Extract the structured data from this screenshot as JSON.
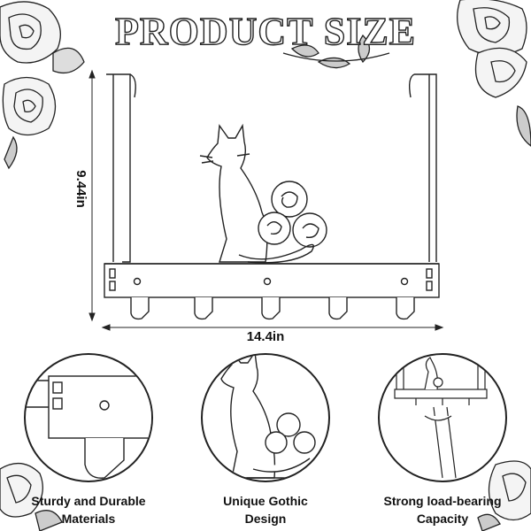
{
  "title": "PRODUCT SIZE",
  "dimensions": {
    "height": "9.44in",
    "width": "14.4in"
  },
  "features": [
    {
      "line1": "Sturdy and Durable",
      "line2": "Materials"
    },
    {
      "line1": "Unique Gothic",
      "line2": "Design"
    },
    {
      "line1": "Strong load-bearing",
      "line2": "Capacity"
    }
  ],
  "colors": {
    "ink": "#111111",
    "background": "#ffffff"
  }
}
